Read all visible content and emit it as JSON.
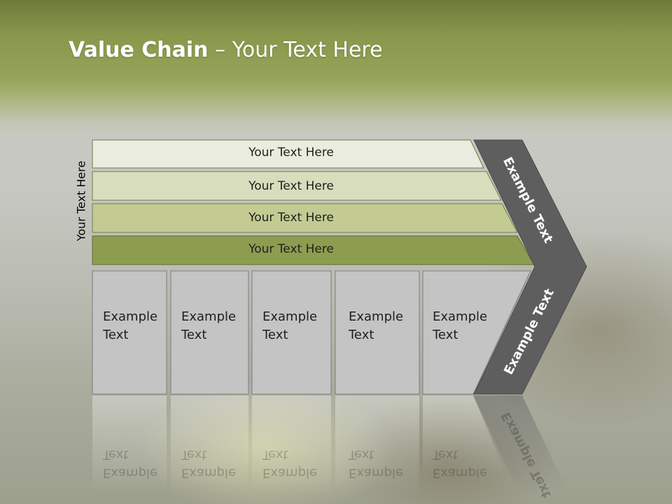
{
  "title": {
    "bold": "Value Chain",
    "separator": " – ",
    "rest": "Your Text Here"
  },
  "side_label": "Your Text Here",
  "bars": [
    {
      "label": "Your Text Here",
      "color": "#e9ecde"
    },
    {
      "label": "Your Text Here",
      "color": "#d8ddbd"
    },
    {
      "label": "Your Text Here",
      "color": "#c3cb93"
    },
    {
      "label": "Your Text Here",
      "color": "#8c9d4f"
    }
  ],
  "boxes": [
    {
      "line1": "Example",
      "line2": "Text"
    },
    {
      "line1": "Example",
      "line2": "Text"
    },
    {
      "line1": "Example",
      "line2": "Text"
    },
    {
      "line1": "Example",
      "line2": "Text"
    },
    {
      "line1": "Example",
      "line2": "Text"
    }
  ],
  "chevron": {
    "upper_label": "Example Text",
    "lower_label": "Example Text",
    "color": "#5e5e5e"
  }
}
